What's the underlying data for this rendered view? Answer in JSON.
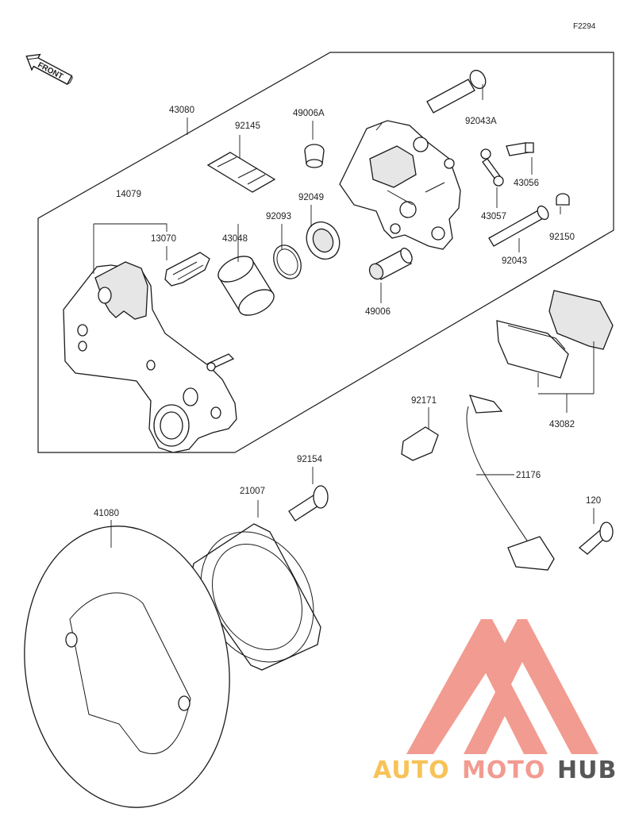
{
  "reference_code": "F2294",
  "front_marker": "FRONT",
  "parts": [
    {
      "id": "43080",
      "label": "43080"
    },
    {
      "id": "92145",
      "label": "92145"
    },
    {
      "id": "49006A",
      "label": "49006A"
    },
    {
      "id": "92043A",
      "label": "92043A"
    },
    {
      "id": "14079",
      "label": "14079"
    },
    {
      "id": "13070",
      "label": "13070"
    },
    {
      "id": "43048",
      "label": "43048"
    },
    {
      "id": "92093",
      "label": "92093"
    },
    {
      "id": "92049",
      "label": "92049"
    },
    {
      "id": "43056",
      "label": "43056"
    },
    {
      "id": "43057",
      "label": "43057"
    },
    {
      "id": "92150",
      "label": "92150"
    },
    {
      "id": "92043",
      "label": "92043"
    },
    {
      "id": "49006",
      "label": "49006"
    },
    {
      "id": "43082",
      "label": "43082"
    },
    {
      "id": "92171",
      "label": "92171"
    },
    {
      "id": "92154",
      "label": "92154"
    },
    {
      "id": "21007",
      "label": "21007"
    },
    {
      "id": "41080",
      "label": "41080"
    },
    {
      "id": "21176",
      "label": "21176"
    },
    {
      "id": "120",
      "label": "120"
    }
  ],
  "watermark": {
    "text_parts": [
      "AUTO",
      "MOTO",
      "HUB"
    ],
    "colors": {
      "auto": "#f6b93b",
      "moto": "#f08a7e",
      "hub": "#3a3a3a",
      "mark": "#f0857a"
    }
  }
}
